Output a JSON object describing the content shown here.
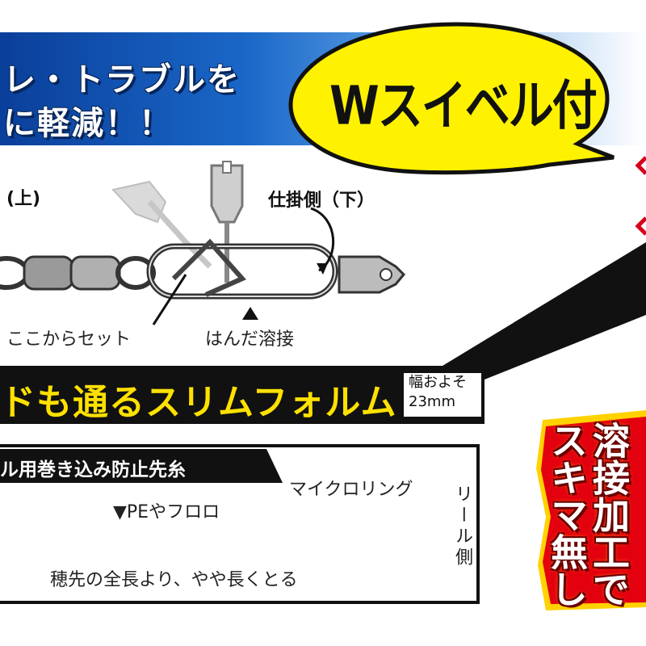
{
  "banner": {
    "line1": "レ・トラブルを",
    "line2": "に軽減！！"
  },
  "bubble": {
    "text": "Wスイベル付"
  },
  "diagram_upper": {
    "label_top_left": "(上)",
    "label_top_right": "仕掛側（下）",
    "label_set_here": "ここからセット",
    "label_solder": "はんだ溶接"
  },
  "slim_band": {
    "text": "ドも通るスリムフォルム",
    "width_label": "幅およそ",
    "width_value": "23mm"
  },
  "lower_box": {
    "title": "ル用巻き込み防止先糸",
    "micro_ring": "マイクロリング",
    "pe_label": "▼PEやフロロ",
    "reel_side": "リール側",
    "length_note": "穂先の全長より、やや長くとる"
  },
  "red_badge": {
    "col1": "溶接加工で",
    "col2": "スキマ無し"
  },
  "colors": {
    "banner_dark": "#0a3f9a",
    "bubble_yellow": "#fff200",
    "slim_yellow": "#ffe100",
    "badge_red": "#e3000f"
  }
}
